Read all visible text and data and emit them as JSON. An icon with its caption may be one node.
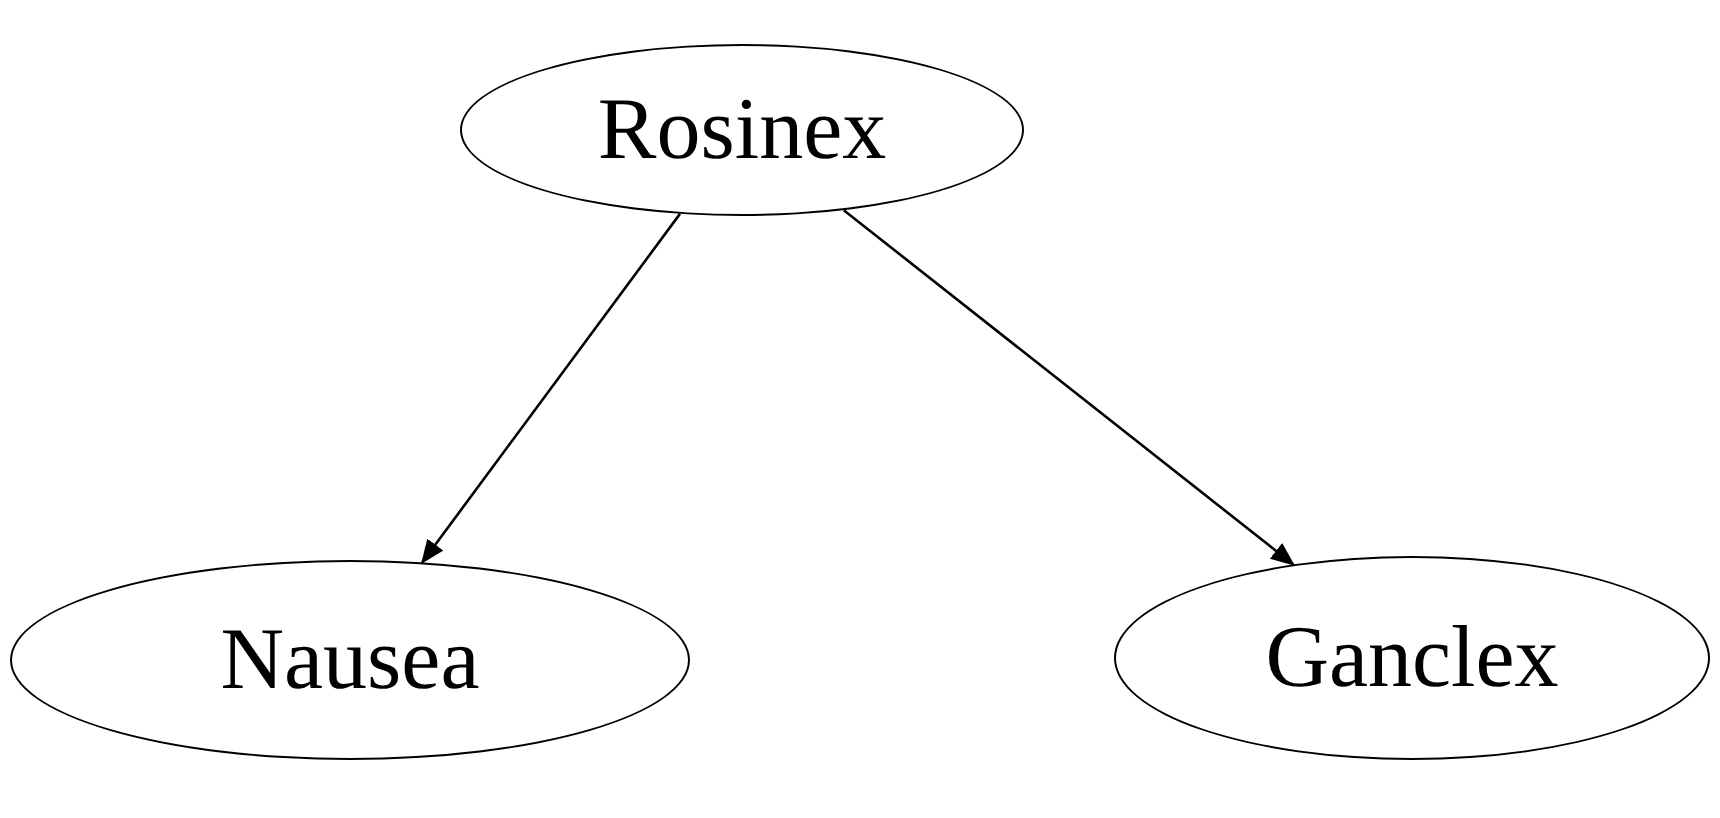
{
  "diagram": {
    "nodes": [
      {
        "text": [
          "Rosinex"
        ]
      },
      {
        "text": [
          "Nausea"
        ]
      },
      {
        "text": [
          "Ganclex"
        ]
      }
    ],
    "edges": [
      {
        "from": 0,
        "to": 1,
        "arrow": "to"
      },
      {
        "from": 0,
        "to": 2,
        "arrow": "to"
      }
    ]
  }
}
